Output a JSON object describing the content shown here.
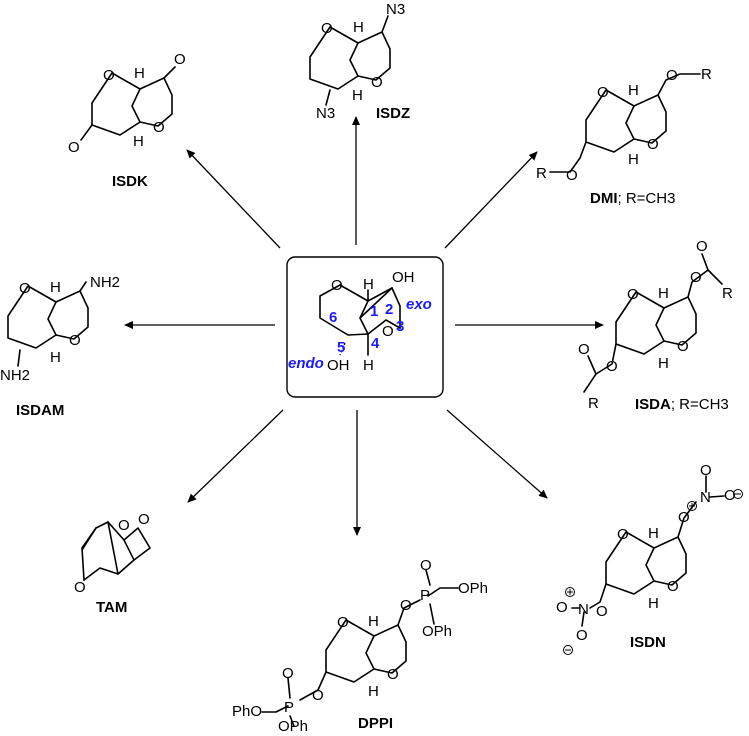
{
  "center": {
    "locants": [
      "1",
      "2",
      "3",
      "4",
      "5",
      "6"
    ],
    "exo_label": "exo",
    "endo_label": "endo",
    "oh": "OH",
    "o": "O",
    "h": "H"
  },
  "compounds": {
    "isdk": {
      "name": "ISDK"
    },
    "isdz": {
      "name": "ISDZ",
      "group": "N3"
    },
    "dmi": {
      "name": "DMI",
      "note": "; R=CH3",
      "r": "R"
    },
    "isdam": {
      "name": "ISDAM",
      "group": "NH2"
    },
    "isda": {
      "name": "ISDA",
      "note": "; R=CH3",
      "r": "R"
    },
    "tam": {
      "name": "TAM"
    },
    "dppi": {
      "name": "DPPI",
      "ph1": "OPh",
      "ph2": "PhO",
      "p": "P"
    },
    "isdn": {
      "name": "ISDN",
      "n": "N"
    }
  }
}
